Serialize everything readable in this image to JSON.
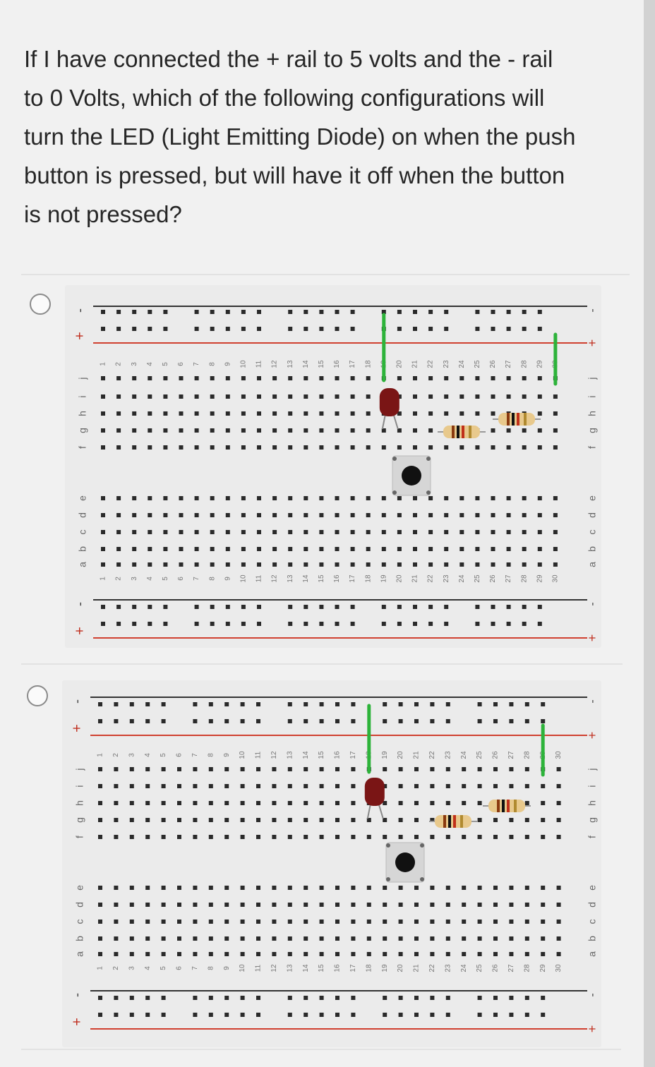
{
  "question": {
    "lines": [
      "If I have connected the + rail to 5 volts and the - rail",
      "to 0 Volts, which of the following configurations will",
      "turn the LED (Light Emitting Diode) on when the push",
      "button is pressed, but will have it off when the button",
      "is not pressed?"
    ]
  },
  "options": [
    {
      "board": {
        "rail_plus": "+",
        "rail_minus": "-",
        "upper_rows": [
          "j",
          "i",
          "h",
          "g",
          "f"
        ],
        "lower_rows": [
          "e",
          "d",
          "c",
          "b",
          "a"
        ],
        "columns": [
          "1",
          "2",
          "3",
          "4",
          "5",
          "6",
          "7",
          "8",
          "9",
          "10",
          "11",
          "12",
          "13",
          "14",
          "15",
          "16",
          "17",
          "18",
          "19",
          "20",
          "21",
          "22",
          "23",
          "24",
          "25",
          "26",
          "27",
          "28",
          "29",
          "30"
        ]
      }
    },
    {
      "board": {
        "rail_plus": "+",
        "rail_minus": "-",
        "upper_rows": [
          "j",
          "i",
          "h",
          "g",
          "f"
        ],
        "lower_rows": [
          "e",
          "d",
          "c",
          "b",
          "a"
        ],
        "columns": [
          "1",
          "2",
          "3",
          "4",
          "5",
          "6",
          "7",
          "8",
          "9",
          "10",
          "11",
          "12",
          "13",
          "14",
          "15",
          "16",
          "17",
          "18",
          "19",
          "20",
          "21",
          "22",
          "23",
          "24",
          "25",
          "26",
          "27",
          "28",
          "29",
          "30"
        ]
      }
    }
  ],
  "colors": {
    "wire": "#2db33a",
    "led": "#7a1515",
    "resistor_body": "#e8c98c",
    "rail_red": "#d04030",
    "rail_black": "#333333"
  }
}
